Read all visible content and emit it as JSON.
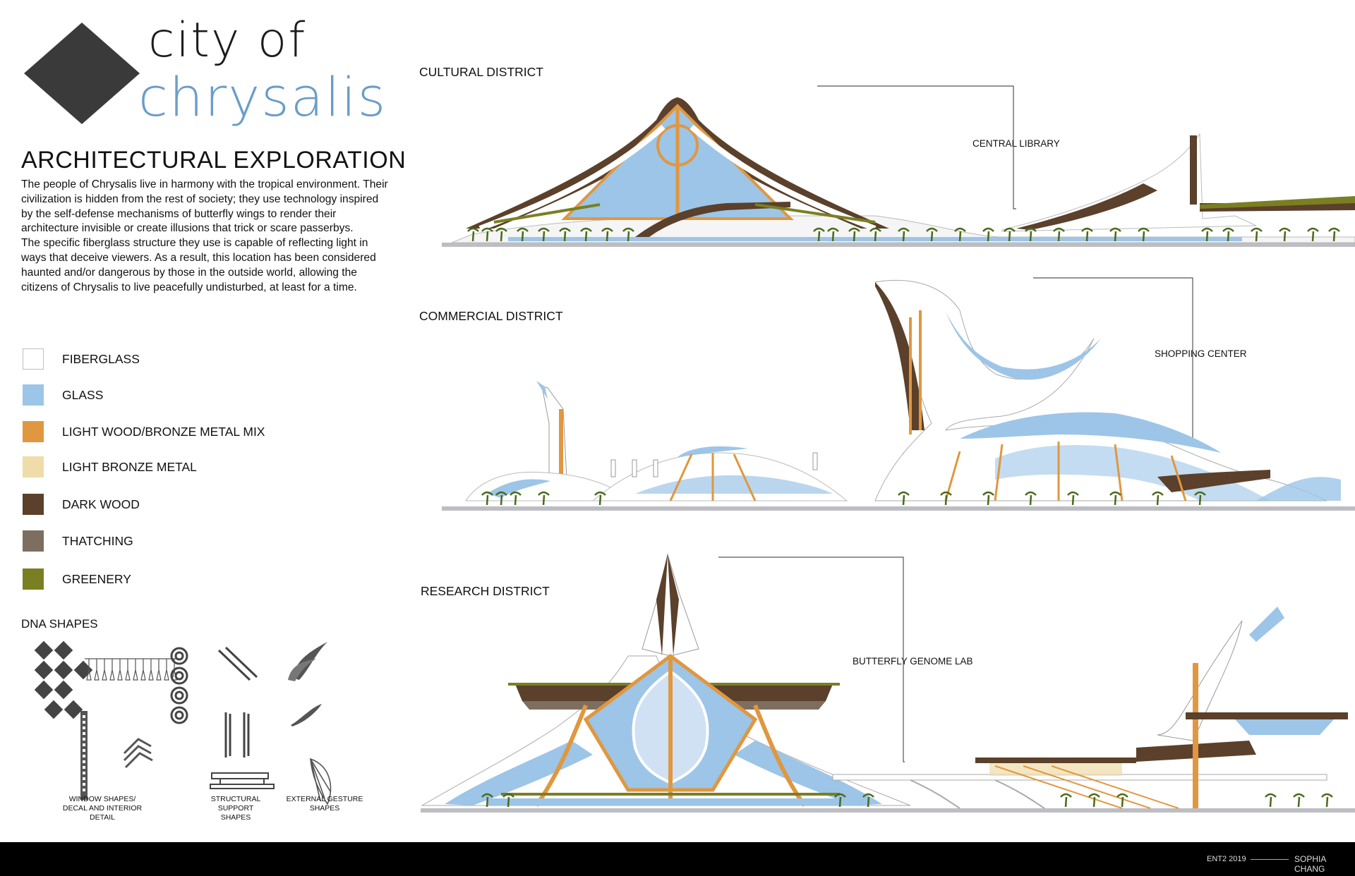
{
  "header": {
    "title_line1": "city of",
    "title_line2": "chrysalis",
    "section_title": "ARCHITECTURAL EXPLORATION"
  },
  "intro": {
    "paragraph1": "The people of Chrysalis live in harmony with the tropical environment. Their civilization is hidden from the rest of society; they use technology inspired by the self-defense mechanisms of butterfly wings to render their architecture invisible or create illusions that trick or scare passerbys.",
    "paragraph2": "The specific fiberglass structure they use is capable of reflecting light in ways that deceive viewers. As a result, this location has been considered haunted and/or dangerous by those in the outside world, allowing the citizens of Chrysalis to live peacefully undisturbed, at least for a time."
  },
  "legend": [
    {
      "label": "FIBERGLASS",
      "color": "#ffffff"
    },
    {
      "label": "GLASS",
      "color": "#9cc5e8"
    },
    {
      "label": "LIGHT WOOD/BRONZE METAL MIX",
      "color": "#e0973f"
    },
    {
      "label": "LIGHT BRONZE METAL",
      "color": "#f0dca8"
    },
    {
      "label": "DARK WOOD",
      "color": "#5b402b"
    },
    {
      "label": "THATCHING",
      "color": "#7e6e60"
    },
    {
      "label": "GREENERY",
      "color": "#7a7f22"
    }
  ],
  "dna": {
    "title": "DNA SHAPES",
    "captions": {
      "window": "WINDOW SHAPES/\nDECAL AND INTERIOR DETAIL",
      "structural": "STRUCTURAL SUPPORT\nSHAPES",
      "gesture": "EXTERNAL GESTURE\nSHAPES"
    }
  },
  "districts": [
    {
      "label": "CULTURAL DISTRICT",
      "building": "CENTRAL LIBRARY"
    },
    {
      "label": "COMMERCIAL DISTRICT",
      "building": "SHOPPING CENTER"
    },
    {
      "label": "RESEARCH DISTRICT",
      "building": "BUTTERFLY GENOME LAB"
    }
  ],
  "footer": {
    "course": "ENT2 2019",
    "author": "SOPHIA CHANG"
  },
  "palette": {
    "fiberglass": "#ffffff",
    "glass": "#9cc5e8",
    "wood": "#e0973f",
    "bronze": "#f0dca8",
    "dark_wood": "#5b402b",
    "thatch": "#7e6e60",
    "greenery": "#7a7f22",
    "ground": "#bdbdc4",
    "title_blue": "#6b9dc8"
  }
}
